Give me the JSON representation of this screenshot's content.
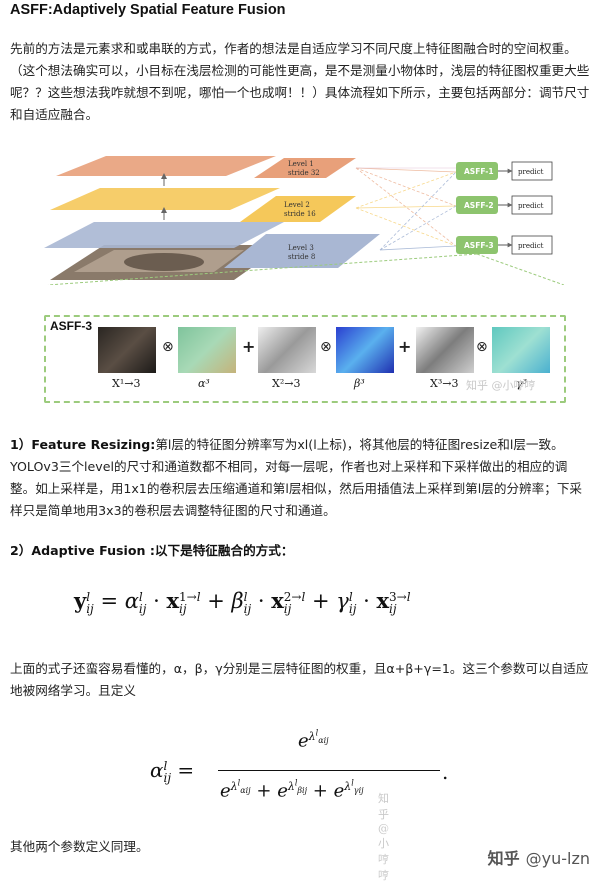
{
  "title": "ASFF:Adaptively Spatial Feature Fusion",
  "intro_paragraph": "先前的方法是元素求和或串联的方式，作者的想法是自适应学习不同尺度上特征图融合时的空间权重。（这个想法确实可以，小目标在浅层检测的可能性更高，是不是测量小物体时，浅层的特征图权重更大些呢？？这些想法我咋就想不到呢，哪怕一个也成啊！！）具体流程如下所示，主要包括两部分：调节尺寸和自适应融合。",
  "figure": {
    "levels": [
      {
        "name": "Level 1",
        "stride": "stride 32"
      },
      {
        "name": "Level 2",
        "stride": "stride 16"
      },
      {
        "name": "Level 3",
        "stride": "stride 8"
      }
    ],
    "asff_nodes": [
      "ASFF-1",
      "ASFF-2",
      "ASFF-3"
    ],
    "predict_label": "predict",
    "detail_title": "ASFF-3",
    "detail_terms": [
      "X¹→3",
      "α³",
      "X²→3",
      "β³",
      "X³→3",
      "γ³"
    ],
    "ops": [
      "⊗",
      "+",
      "⊗",
      "+",
      "⊗"
    ],
    "watermark": "知乎 @小哼哼",
    "colors": {
      "level1": "#e8a07a",
      "level2": "#f5c85a",
      "level3": "#a9b7d3",
      "asff": "#8dc46e",
      "dashed_border": "#9ccb7d"
    }
  },
  "section1": {
    "label": "1）Feature Resizing:",
    "text": "第l层的特征图分辨率写为xl(l上标)，将其他层的特征图resize和l层一致。YOLOv3三个level的尺寸和通道数都不相同，对每一层呢，作者也对上采样和下采样做出的相应的调整。如上采样是，用1x1的卷积层去压缩通道和第l层相似，然后用插值法上采样到第l层的分辨率；下采样只是简单地用3x3的卷积层去调整特征图的尺寸和通道。"
  },
  "section2": {
    "label": "2）Adaptive Fusion :",
    "text": "以下是特征融合的方式："
  },
  "explain_paragraph": "上面的式子还蛮容易看懂的，α，β，γ分别是三层特征图的权重，且α+β+γ=1。这三个参数可以自适应地被网络学习。且定义",
  "equation_watermark": "知乎 @小哼哼",
  "closing": "其他两个参数定义同理。",
  "footer": {
    "site": "知乎",
    "author": "@yu-lzn"
  }
}
